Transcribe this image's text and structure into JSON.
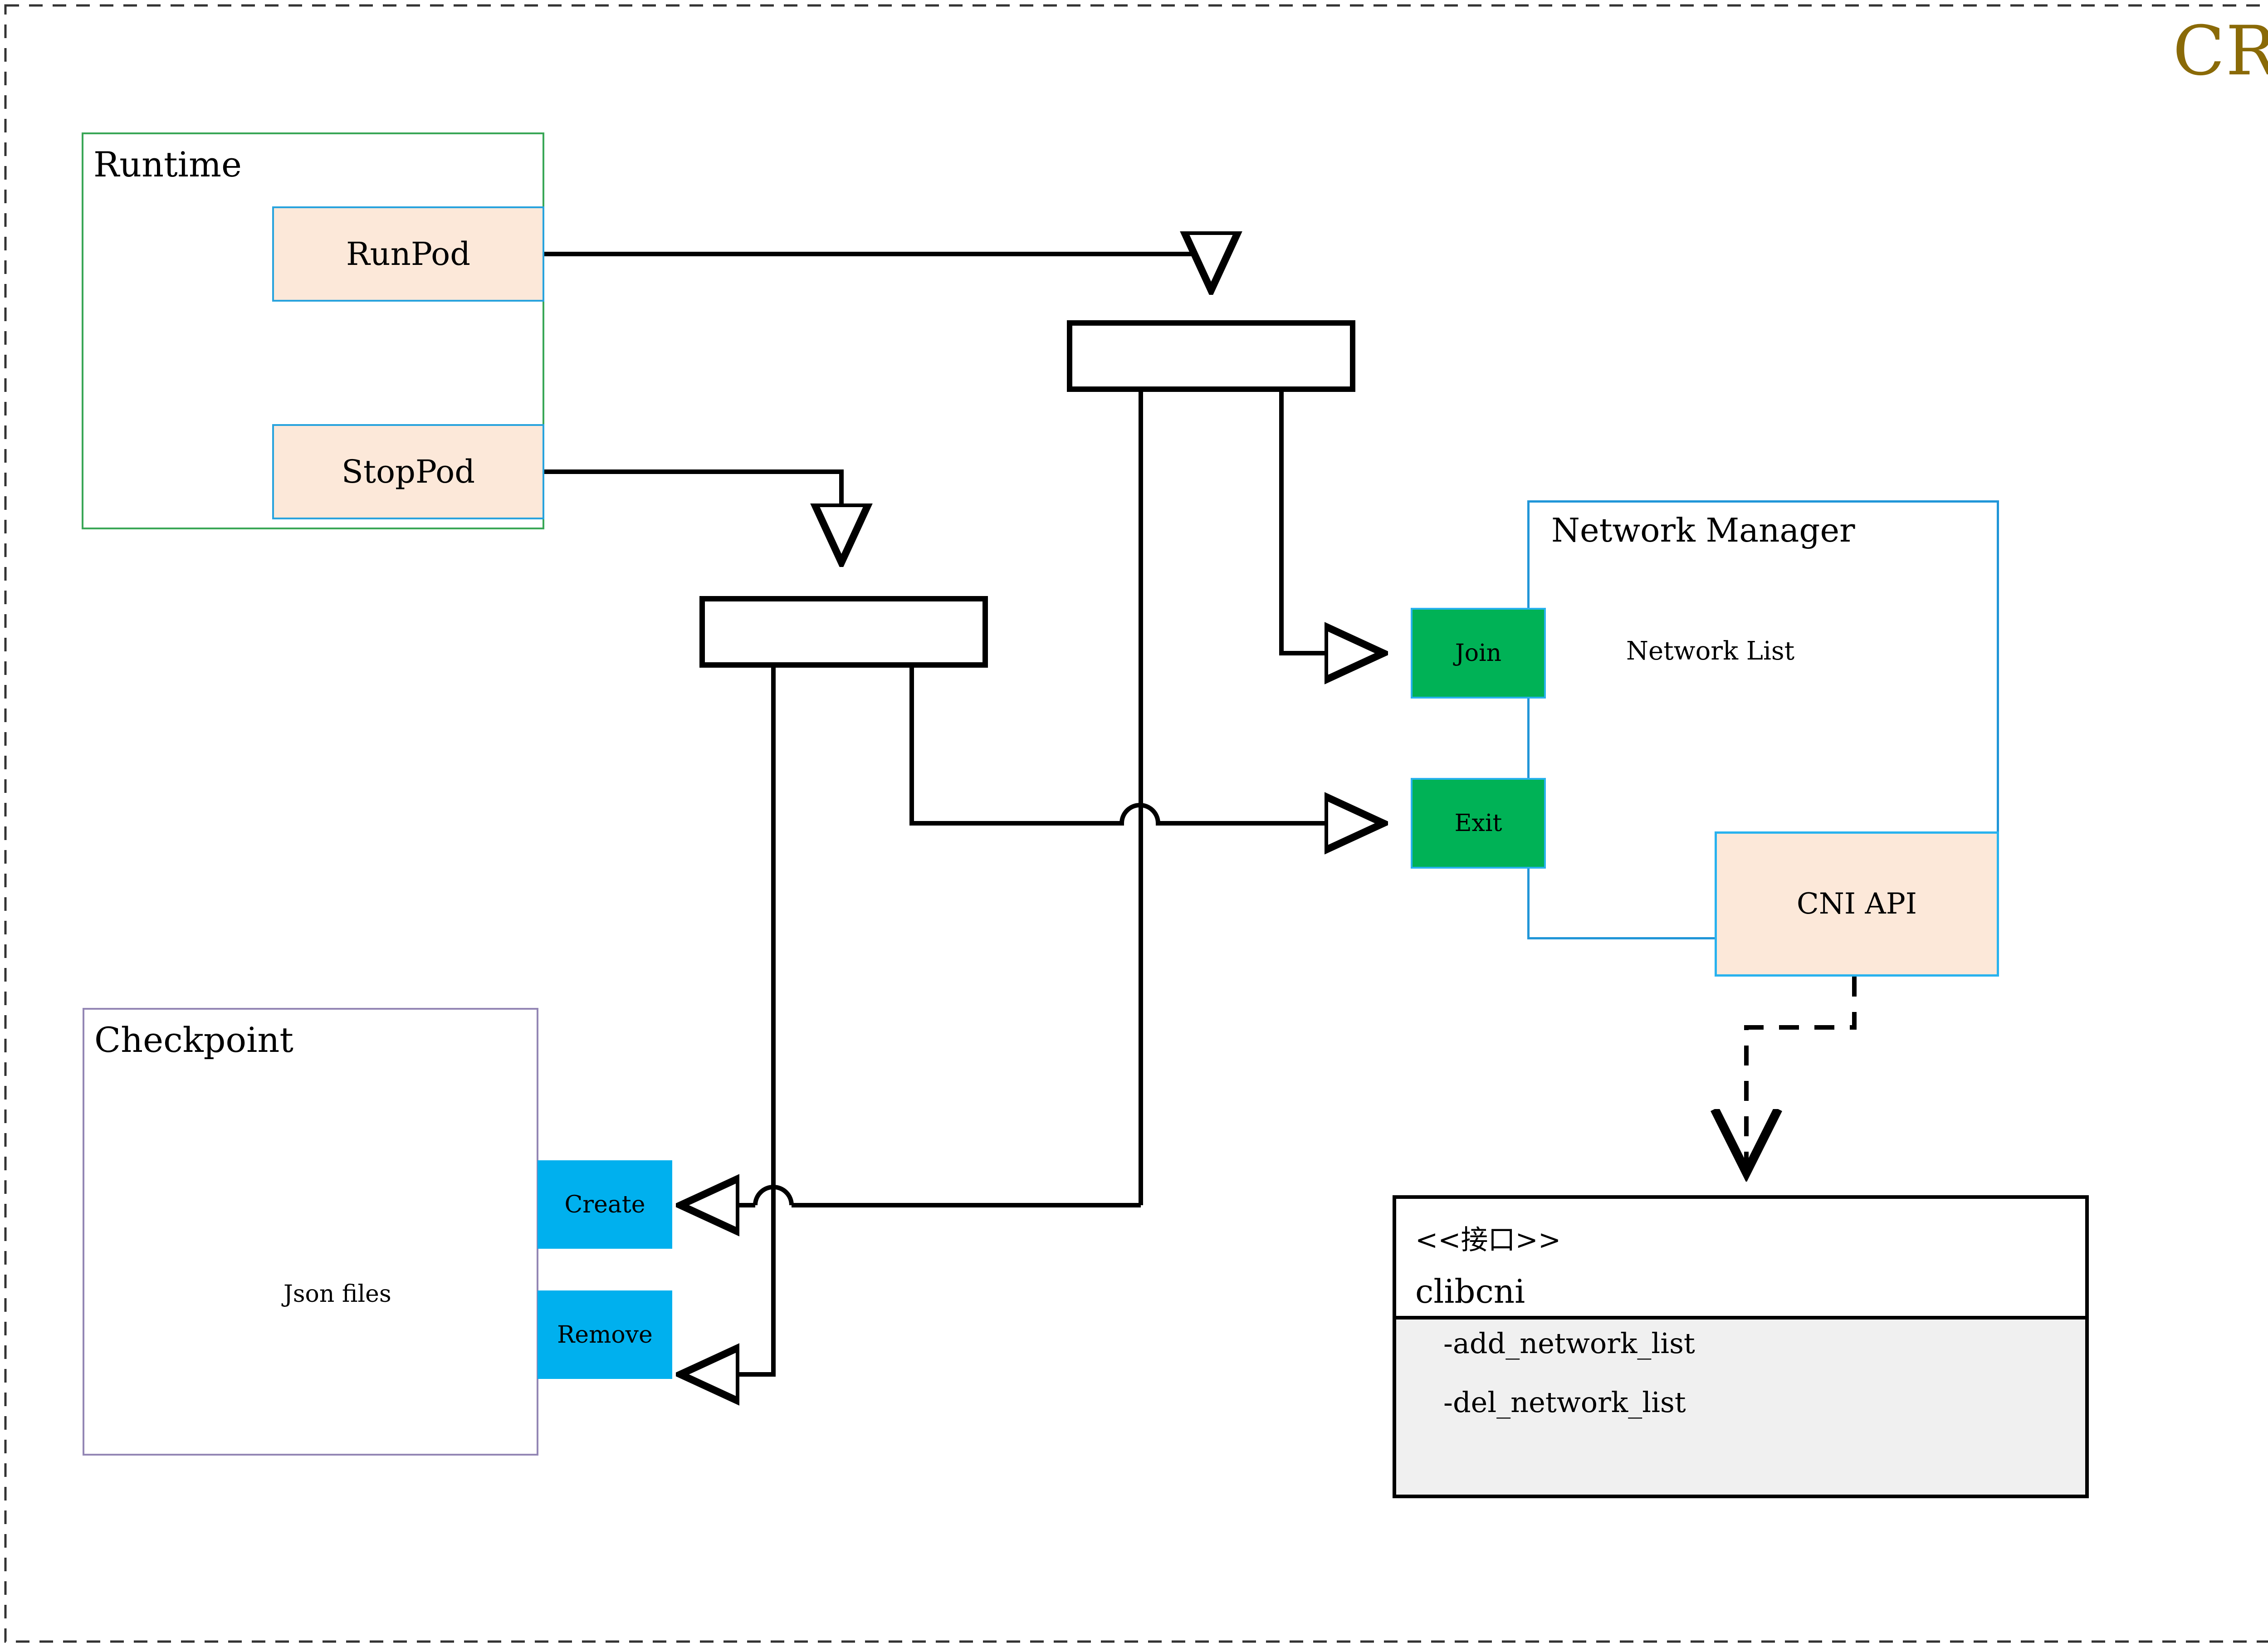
{
  "diagram": {
    "title": "CRI",
    "title_color": "#8a6a07"
  },
  "runtime": {
    "label": "Runtime",
    "border_color": "#3aa757",
    "operations": [
      {
        "label": "RunPod"
      },
      {
        "label": "StopPod"
      }
    ]
  },
  "checkpoint": {
    "label": "Checkpoint",
    "border_color": "#9487b5",
    "store_label": "Json files",
    "actions": [
      {
        "label": "Create",
        "color": "#00b0ee"
      },
      {
        "label": "Remove",
        "color": "#00b0ee"
      }
    ]
  },
  "network_manager": {
    "label": "Network Manager",
    "border_color": "#2196d8",
    "store_label": "Network List",
    "ports": [
      {
        "label": "Join",
        "color": "#00b256"
      },
      {
        "label": "Exit",
        "color": "#00b256"
      }
    ],
    "api": {
      "label": "CNI API",
      "fill": "#fce8d9",
      "border_color": "#29b2ee"
    }
  },
  "interface": {
    "stereotype": "<<接口>>",
    "name": "clibcni",
    "methods": [
      "-add_network_list",
      "-del_network_list"
    ]
  },
  "forks": [
    {
      "name": "fork-runpod"
    },
    {
      "name": "fork-stoppod"
    }
  ]
}
